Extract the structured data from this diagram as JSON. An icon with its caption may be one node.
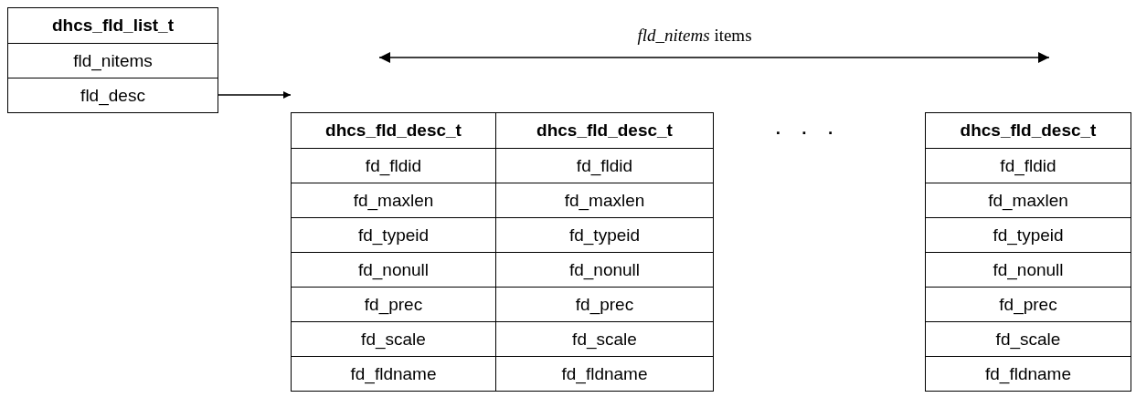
{
  "diagram": {
    "nodes": [
      {
        "text": [
          "dhcs_fld_list_t"
        ]
      },
      {
        "text": [
          "fld_nitems"
        ],
        "in": 0
      },
      {
        "text": [
          "fld_desc"
        ],
        "in": 0
      },
      {
        "text": [
          "dhcs_fld_desc_t"
        ]
      },
      {
        "text": [
          "fd_fldid"
        ],
        "in": 3
      },
      {
        "text": [
          "fd_maxlen"
        ],
        "in": 3
      },
      {
        "text": [
          "fd_typeid"
        ],
        "in": 3
      },
      {
        "text": [
          "fd_nonull"
        ],
        "in": 3
      },
      {
        "text": [
          "fd_prec"
        ],
        "in": 3
      },
      {
        "text": [
          "fd_scale"
        ],
        "in": 3
      },
      {
        "text": [
          "fd_fldname"
        ],
        "in": 3
      },
      {
        "text": [
          "dhcs_fld_desc_t"
        ]
      },
      {
        "text": [
          "fd_fldid"
        ],
        "in": 11
      },
      {
        "text": [
          "fd_maxlen"
        ],
        "in": 11
      },
      {
        "text": [
          "fd_typeid"
        ],
        "in": 11
      },
      {
        "text": [
          "fd_nonull"
        ],
        "in": 11
      },
      {
        "text": [
          "fd_prec"
        ],
        "in": 11
      },
      {
        "text": [
          "fd_scale"
        ],
        "in": 11
      },
      {
        "text": [
          "fd_fldname"
        ],
        "in": 11
      },
      {
        "text": [
          "dhcs_fld_desc_t"
        ]
      },
      {
        "text": [
          "fd_fldid"
        ],
        "in": 19
      },
      {
        "text": [
          "fd_maxlen"
        ],
        "in": 19
      },
      {
        "text": [
          "fd_typeid"
        ],
        "in": 19
      },
      {
        "text": [
          "fd_nonull"
        ],
        "in": 19
      },
      {
        "text": [
          "fd_prec"
        ],
        "in": 19
      },
      {
        "text": [
          "fd_scale"
        ],
        "in": 19
      },
      {
        "text": [
          "fd_fldname"
        ],
        "in": 19
      }
    ],
    "edges": [
      {
        "from": 2,
        "to": 3,
        "arrow": "to"
      }
    ],
    "labels": [
      "*fld_nitems* items",
      ". . ."
    ]
  }
}
